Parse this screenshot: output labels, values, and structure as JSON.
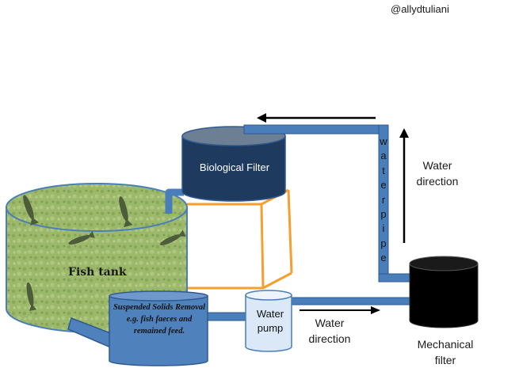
{
  "credit": "@allydtuliani",
  "labels": {
    "biological_filter": "Biological Filter",
    "fish_tank": "Fish tank",
    "solids_removal": "Suspended Solids Removal e.g. fish faeces and remained feed.",
    "water_pump": "Water pump",
    "water_direction_top": "Water direction",
    "water_direction_bottom": "Water direction",
    "mechanical_filter": "Mechanical filter",
    "water_pipe_vertical": "waterpipe"
  },
  "colors": {
    "pipe": "#4a7ebb",
    "pipe_outline": "#2f5a91",
    "bio_filter": "#1f3a5f",
    "tank_fill": "#9cb86a",
    "solids_box": "#4f81bd",
    "pump": "#dbe8f8",
    "mech_filter": "#000000",
    "stand": "#f79e2e",
    "arrow": "#000000"
  }
}
